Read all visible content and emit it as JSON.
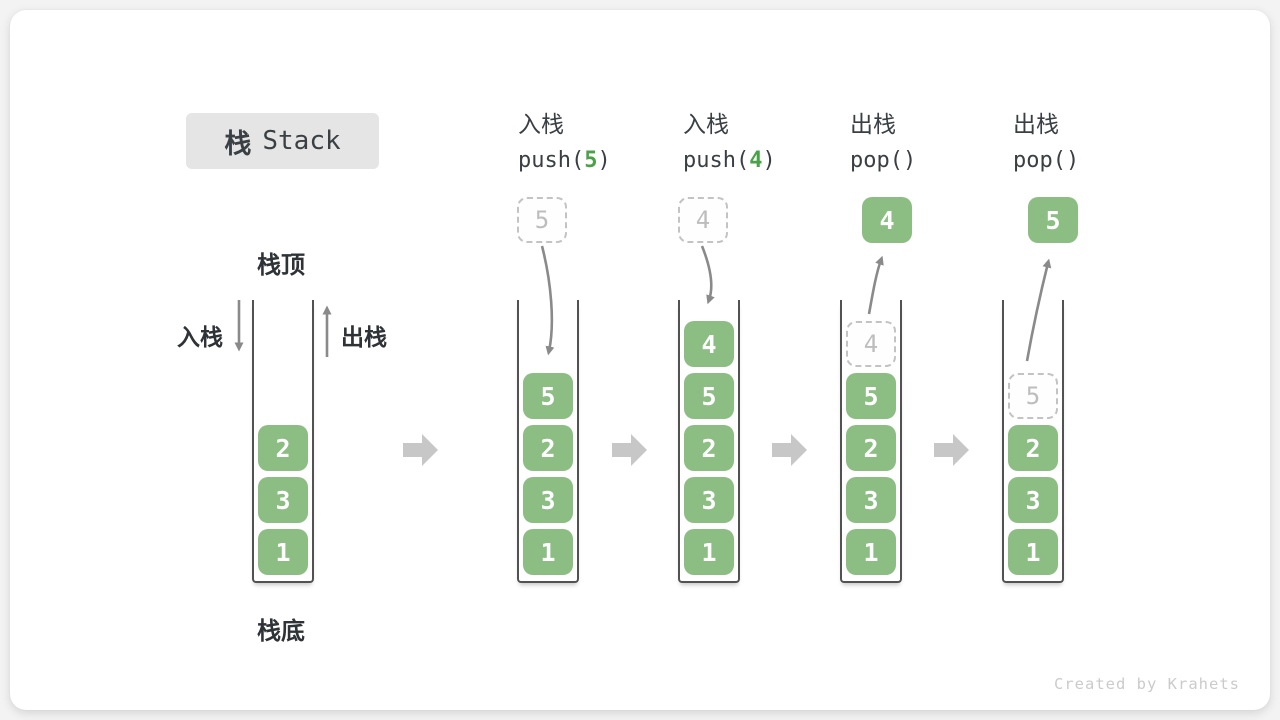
{
  "title": {
    "zh": "栈",
    "en": "Stack"
  },
  "side_labels": {
    "stack_top": "栈顶",
    "stack_bottom": "栈底",
    "push_label": "入栈",
    "pop_label": "出栈"
  },
  "operations": [
    {
      "action": "入栈",
      "code_pre": "push(",
      "code_arg": "5",
      "code_post": ")"
    },
    {
      "action": "入栈",
      "code_pre": "push(",
      "code_arg": "4",
      "code_post": ")"
    },
    {
      "action": "出栈",
      "code_pre": "pop(",
      "code_arg": "",
      "code_post": ")"
    },
    {
      "action": "出栈",
      "code_pre": "pop(",
      "code_arg": "",
      "code_post": ")"
    }
  ],
  "stacks": [
    {
      "blocks": [
        "2",
        "3",
        "1"
      ]
    },
    {
      "floating": "5",
      "blocks": [
        "5",
        "2",
        "3",
        "1"
      ]
    },
    {
      "floating": "4",
      "blocks": [
        "4",
        "5",
        "2",
        "3",
        "1"
      ]
    },
    {
      "floating": "4",
      "ghost": "4",
      "blocks": [
        "5",
        "2",
        "3",
        "1"
      ]
    },
    {
      "floating": "5",
      "ghost": "5",
      "blocks": [
        "2",
        "3",
        "1"
      ]
    }
  ],
  "watermark": "Created by Krahets",
  "colors": {
    "block_green": "#8cbe84",
    "code_arg_green": "#4aa147",
    "arrow_gray": "#8a8a8a",
    "flow_arrow_gray": "#c7c7c7",
    "title_box_bg": "#e5e5e5",
    "dashed_border": "#c3c3c3"
  }
}
